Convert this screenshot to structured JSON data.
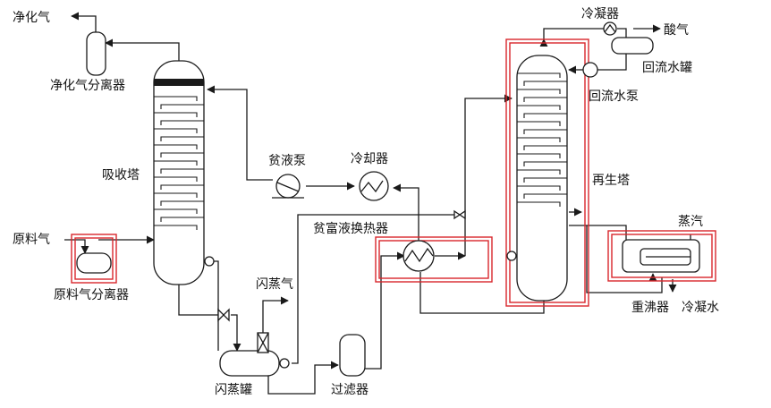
{
  "labels": {
    "purified_gas": "净化气",
    "purified_gas_separator": "净化气分离器",
    "absorber": "吸收塔",
    "raw_gas": "原料气",
    "raw_gas_separator": "原料气分离器",
    "lean_pump": "贫液泵",
    "cooler": "冷却器",
    "lean_rich_exchanger": "贫富液换热器",
    "flash_gas": "闪蒸气",
    "flash_tank": "闪蒸罐",
    "filter": "过滤器",
    "condenser": "冷凝器",
    "acid_gas": "酸气",
    "reflux_tank": "回流水罐",
    "reflux_pump": "回流水泵",
    "regenerator": "再生塔",
    "steam": "蒸汽",
    "reboiler": "重沸器",
    "condensate": "冷凝水"
  },
  "colors": {
    "line": "#1a1a1a",
    "highlight": "#d9262c",
    "background": "#ffffff"
  }
}
